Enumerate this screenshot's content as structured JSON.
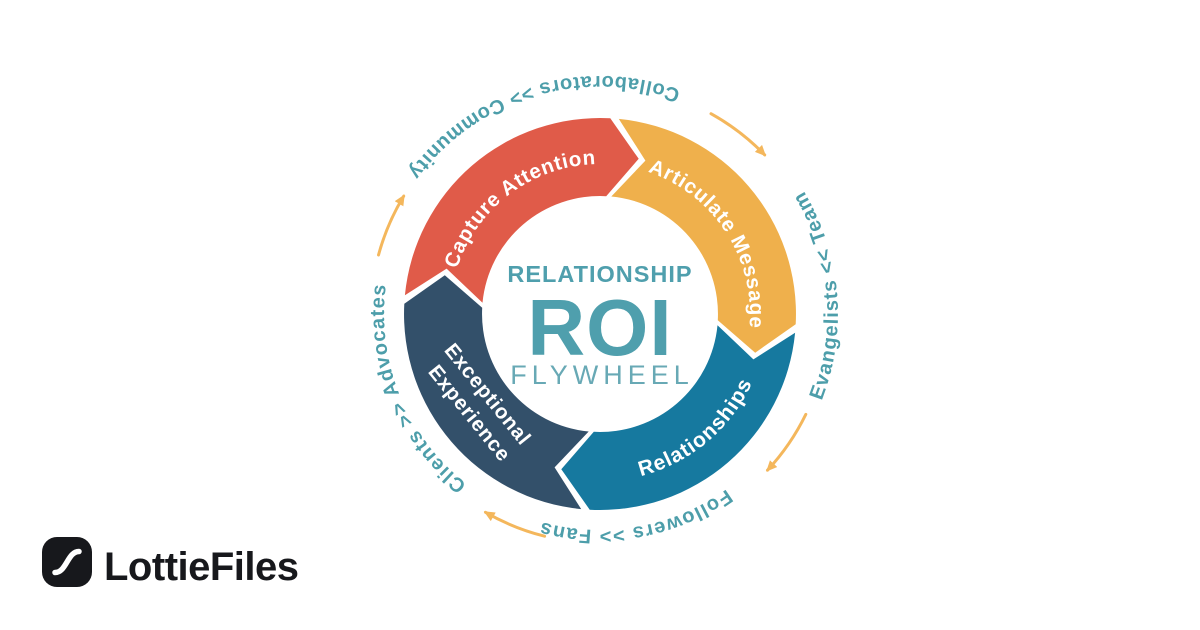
{
  "center": {
    "title_top": "RELATIONSHIP",
    "title_main": "ROI",
    "title_bottom": "FLYWHEEL"
  },
  "segments": [
    {
      "id": "capture-attention",
      "label": "Capture Attention",
      "color": "#E05B49"
    },
    {
      "id": "articulate-message",
      "label": "Articulate Message",
      "color": "#EFB04C"
    },
    {
      "id": "relationships",
      "label": "Relationships",
      "color": "#16799F"
    },
    {
      "id": "exceptional-experience",
      "line1": "Exceptional",
      "line2": "Experience",
      "color": "#33506A"
    }
  ],
  "outer_labels": [
    {
      "id": "collaborators-community",
      "text": "Collaborators >> Community"
    },
    {
      "id": "evangelists-team",
      "text": "Evangelists << Team"
    },
    {
      "id": "followers-fans",
      "text": "Followers >> Fans"
    },
    {
      "id": "clients-advocates",
      "text": "Clients >> Advocates"
    }
  ],
  "colors": {
    "outer_text": "#4D9EAA",
    "arrow": "#F4B75C",
    "center_top": "#4F9FAD",
    "center_main": "#4F9FAD",
    "center_bottom": "#68A9B5",
    "segment_label": "#FFFFFF",
    "logo_ink": "#17181C",
    "logo_mark_stroke": "#FFFFFF"
  },
  "logo": {
    "text": "LottieFiles"
  }
}
